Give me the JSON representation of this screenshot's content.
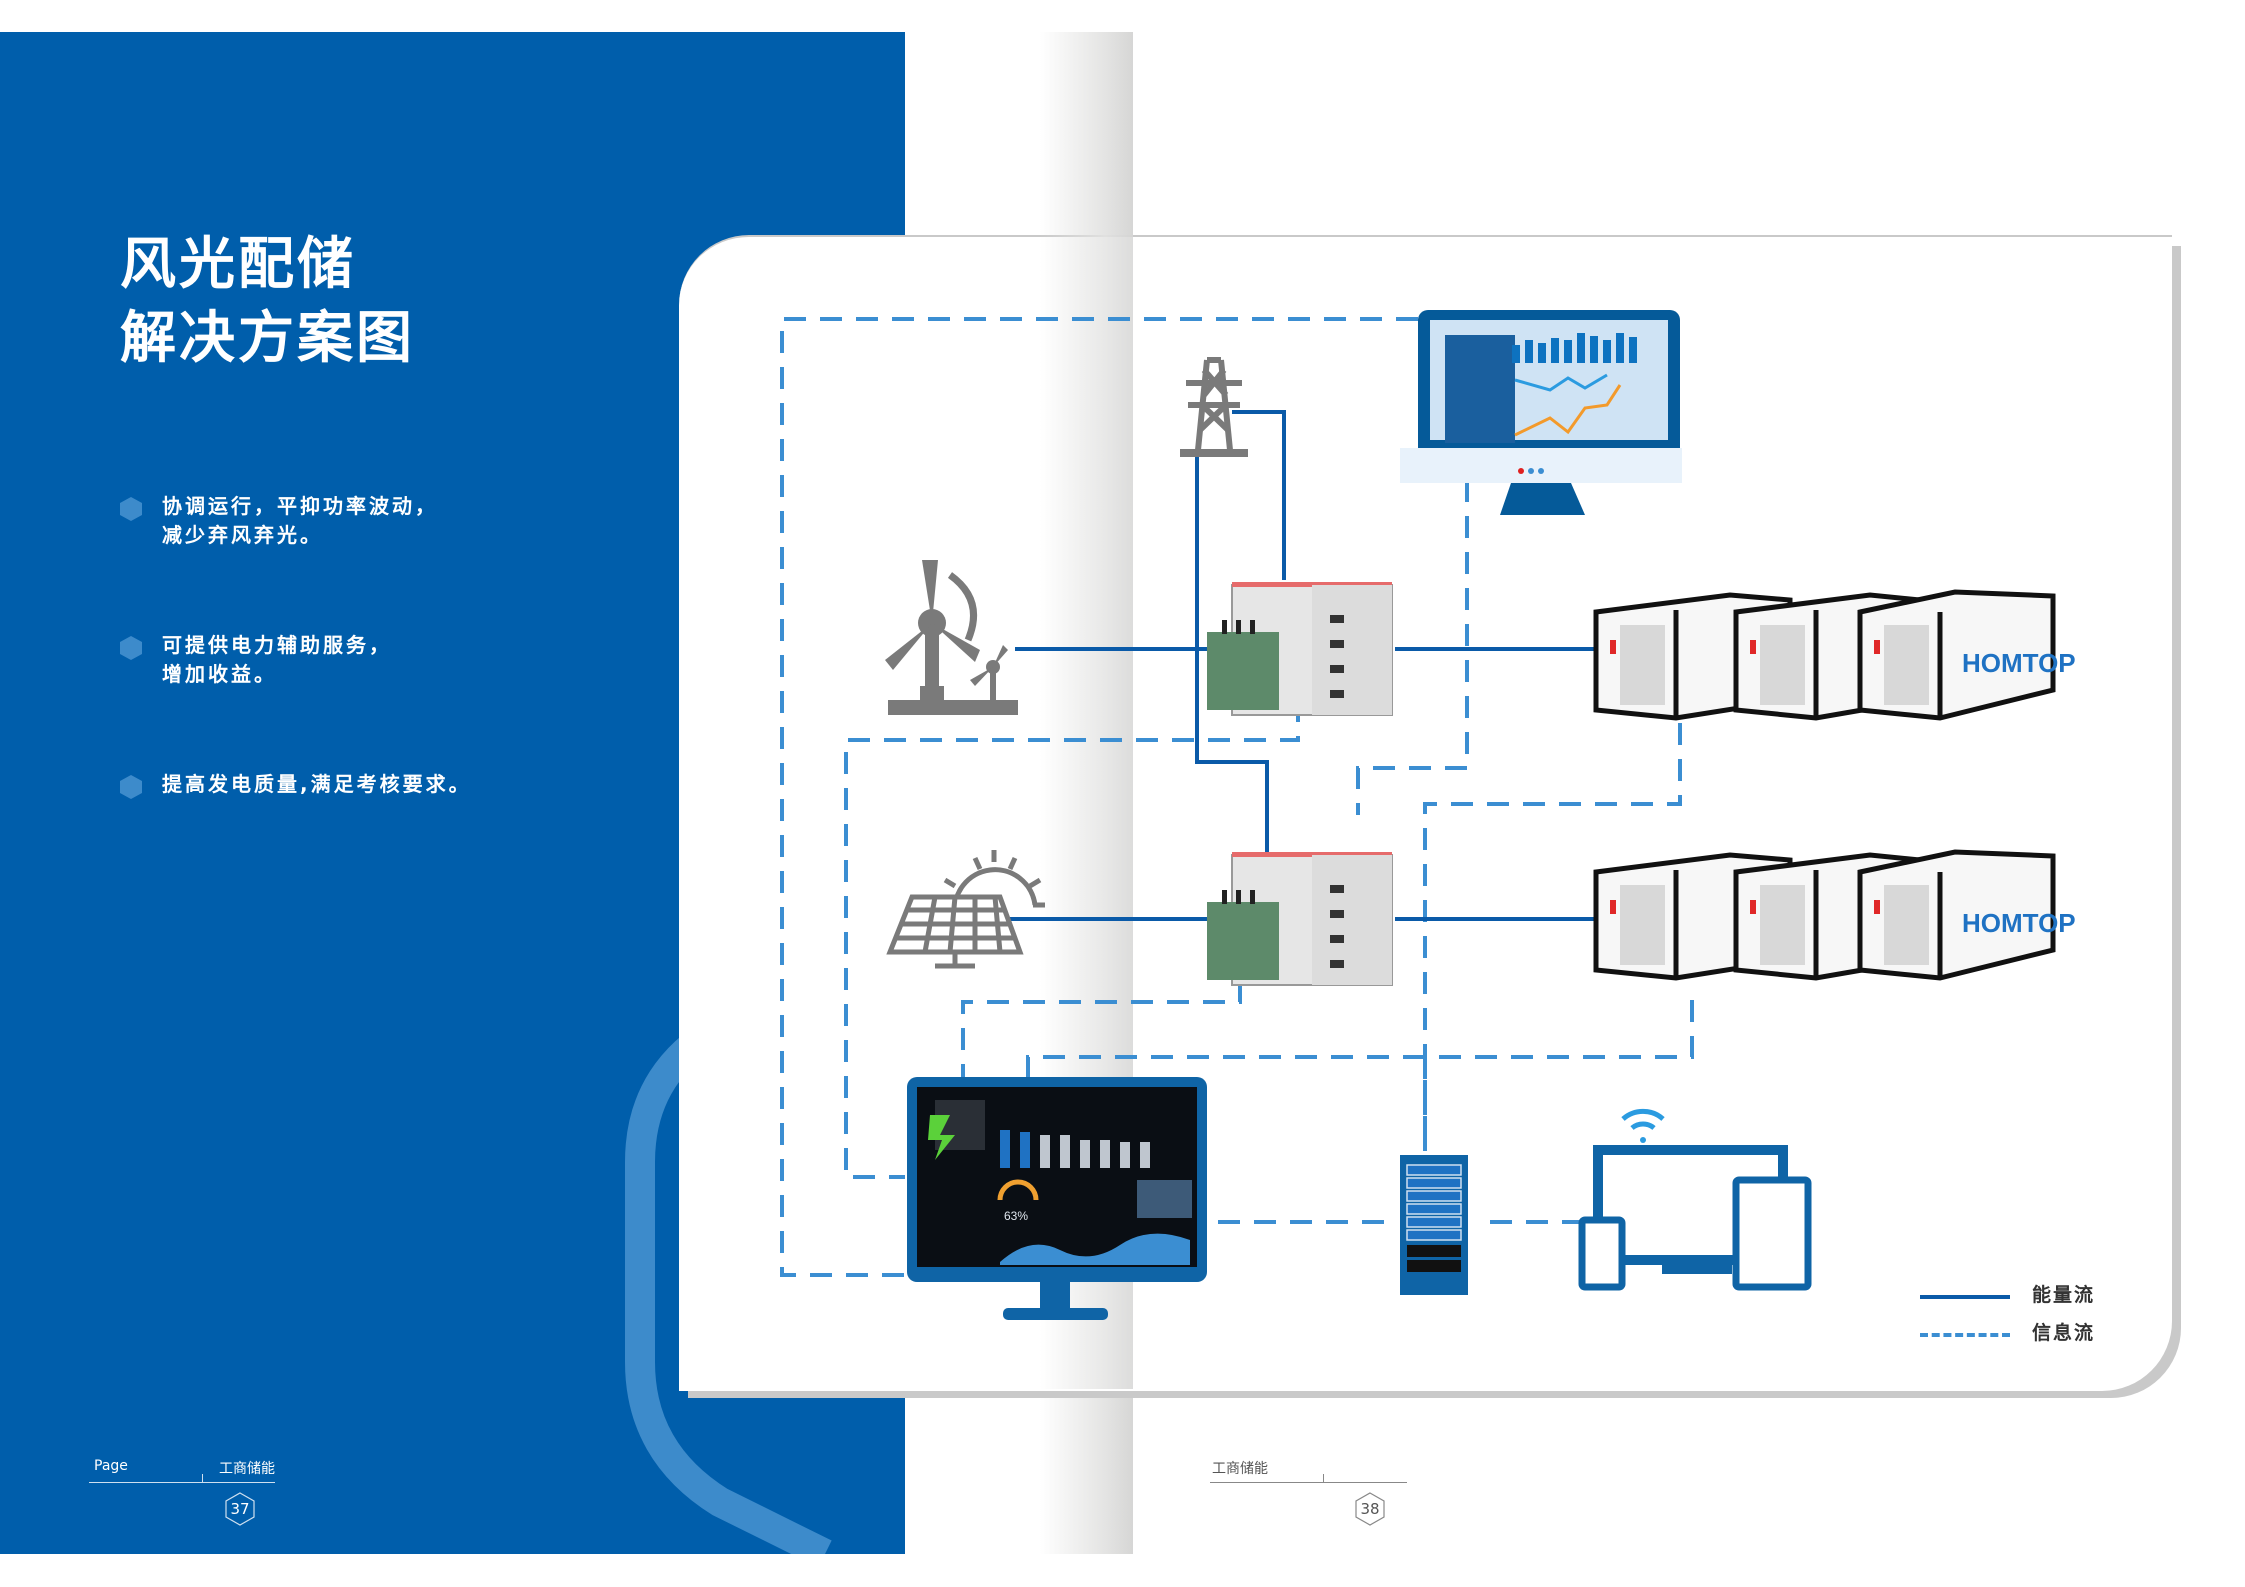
{
  "page": {
    "title_lines": [
      "风光配储",
      "解决方案图"
    ],
    "bullets": [
      {
        "lines": [
          "协调运行，平抑功率波动，",
          "减少弃风弃光。"
        ]
      },
      {
        "lines": [
          "可提供电力辅助服务，",
          "增加收益。"
        ]
      },
      {
        "lines": [
          "提高发电质量,满足考核要求。"
        ]
      }
    ],
    "footer_left": {
      "label": "Page",
      "section": "工商储能",
      "page_number": "37"
    },
    "footer_right": {
      "section": "工商储能",
      "page_number": "38"
    }
  },
  "colors": {
    "panel_blue": "#005EAB",
    "energy_line": "#0A5AA8",
    "info_line": "#3B8ED2",
    "icon_gray": "#7A7A7A",
    "accent_orange": "#F39A2B"
  },
  "diagram": {
    "nodes": [
      {
        "id": "power-tower",
        "icon": "transmission-tower-icon"
      },
      {
        "id": "monitor-top",
        "icon": "analytics-monitor-icon"
      },
      {
        "id": "wind-turbine",
        "icon": "wind-turbine-icon"
      },
      {
        "id": "switchgear-wind",
        "icon": "transformer-switchgear-icon"
      },
      {
        "id": "container-row-wind",
        "icon": "battery-container-icon",
        "brand": "HOMTOP"
      },
      {
        "id": "solar-panel",
        "icon": "solar-panel-icon"
      },
      {
        "id": "switchgear-solar",
        "icon": "transformer-switchgear-icon"
      },
      {
        "id": "container-row-solar",
        "icon": "battery-container-icon",
        "brand": "HOMTOP"
      },
      {
        "id": "ems-monitor",
        "icon": "ems-dashboard-monitor-icon",
        "gauge_value": "63%"
      },
      {
        "id": "server-rack",
        "icon": "server-rack-icon"
      },
      {
        "id": "devices",
        "icon": "multi-device-wifi-icon"
      }
    ],
    "legend": [
      {
        "style": "solid",
        "label": "能量流"
      },
      {
        "style": "dashed",
        "label": "信息流"
      }
    ]
  }
}
